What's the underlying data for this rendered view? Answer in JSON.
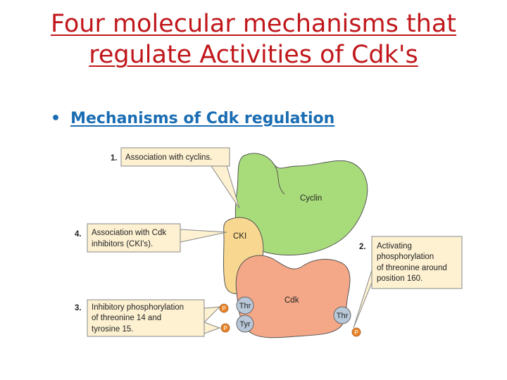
{
  "slide": {
    "title_line1": "Four molecular mechanisms that",
    "title_line2": "regulate Activities of Cdk's",
    "bullet": "Mechanisms of Cdk regulation"
  },
  "diagram": {
    "callouts": [
      {
        "number": "1.",
        "lines": [
          "Association with cyclins."
        ]
      },
      {
        "number": "4.",
        "lines": [
          "Association with Cdk",
          "inhibitors (CKI's)."
        ]
      },
      {
        "number": "2.",
        "lines": [
          "Activating",
          "phosphorylation",
          "of threonine around",
          "position 160."
        ]
      },
      {
        "number": "3.",
        "lines": [
          "Inhibitory phosphorylation",
          "of threonine 14 and",
          "tyrosine 15."
        ]
      }
    ],
    "shapes": {
      "cyclin": "Cyclin",
      "cki": "CKI",
      "cdk": "Cdk"
    },
    "residues": {
      "thr14": "Thr",
      "tyr15": "Tyr",
      "thr160": "Thr"
    },
    "phosphate": "P",
    "colors": {
      "cyclin": "#a8dc7a",
      "cki": "#f8d890",
      "cdk": "#f4a888",
      "callout_box": "#fdf1d2",
      "residue": "#b8c8d8",
      "phosphate": "#e8862a",
      "title": "#c0171b",
      "bullet": "#1a6db3"
    }
  }
}
